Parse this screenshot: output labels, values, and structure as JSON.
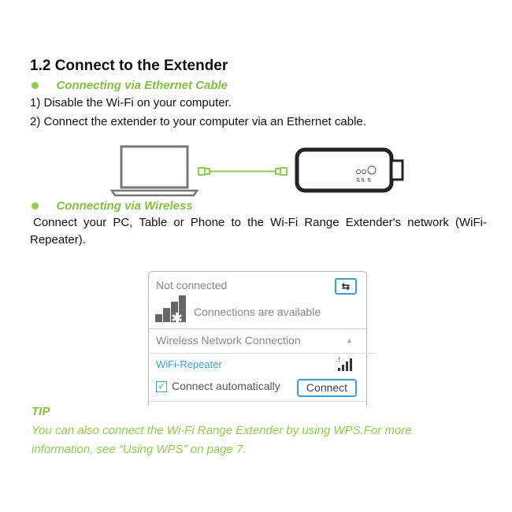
{
  "section": {
    "title": "1.2 Connect to the Extender"
  },
  "ethernet": {
    "heading": "Connecting via Ethernet Cable",
    "steps": [
      "1) Disable the Wi-Fi on your computer.",
      "2) Connect the extender to your computer via an Ethernet cable."
    ],
    "illustration": {
      "left_icon": "laptop-icon",
      "cable_icon": "ethernet-cable-icon",
      "right_icon": "range-extender-icon"
    }
  },
  "wireless": {
    "heading": "Connecting via Wireless",
    "paragraph": "Connect your PC, Table or Phone to the Wi-Fi Range Extender's network (WiFi-Repeater)."
  },
  "network_panel": {
    "status": "Not connected",
    "available": "Connections are available",
    "section_label": "Wireless Network Connection",
    "network_name": "WiFi-Repeater",
    "auto_connect_label": "Connect automatically",
    "auto_connect_checked": true,
    "connect_button": "Connect",
    "accent_color": "#3aa0d8"
  },
  "tip": {
    "heading": "TIP",
    "text": "You can also connect the Wi-Fi Range Extender by using WPS.For more information, see “Using WPS” on page 7."
  },
  "colors": {
    "green": "#7fc241",
    "text": "#111111"
  }
}
